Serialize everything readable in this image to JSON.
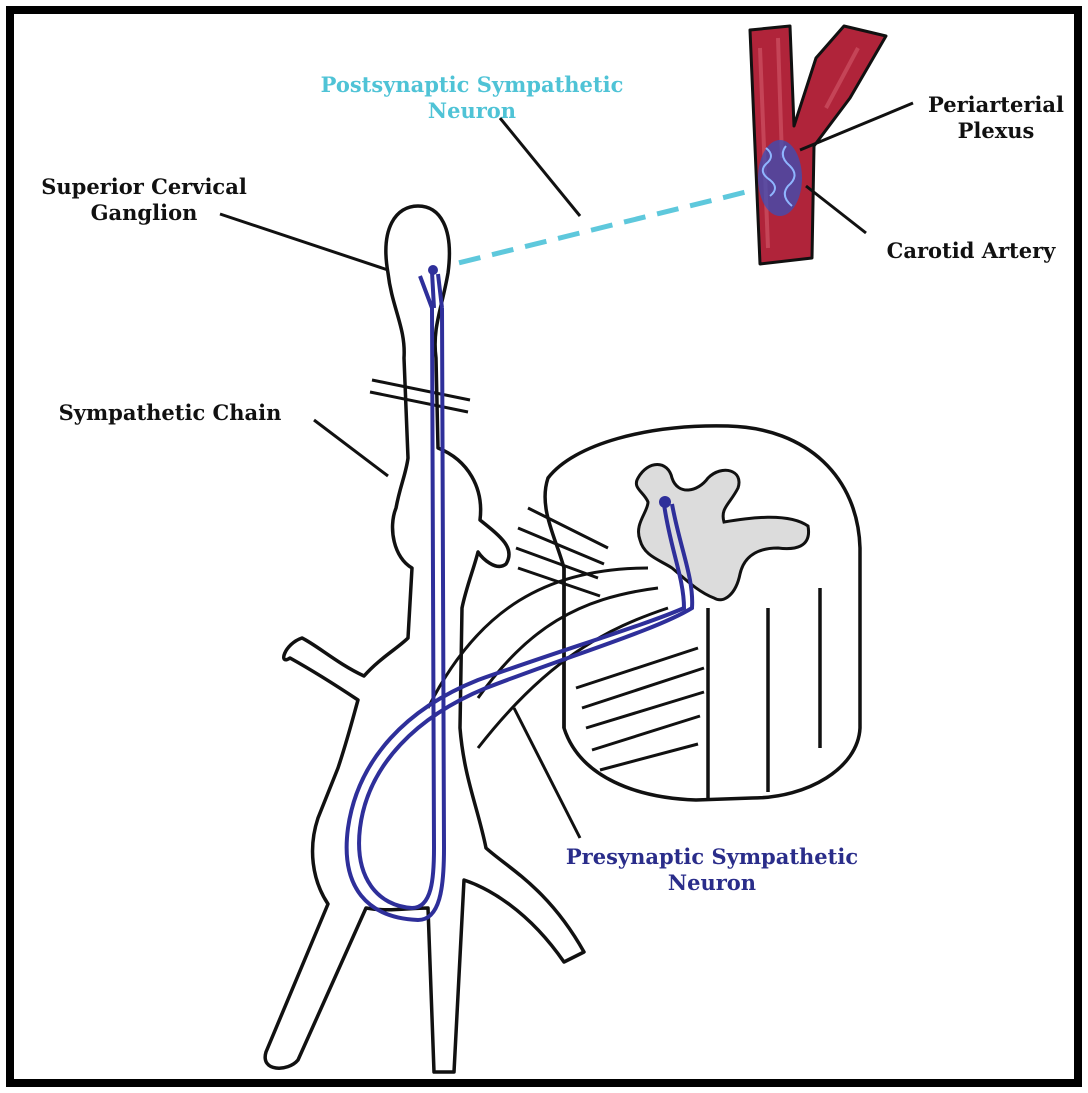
{
  "colors": {
    "outline": "#111111",
    "postsynaptic_neuron": "#5ec8dc",
    "presynaptic_neuron": "#2e2f9a",
    "artery_fill": "#b0243a",
    "plexus": "#3a4fb8",
    "gray_matter": "#dcdcdc",
    "frame": "#000000"
  },
  "labels": {
    "postsynaptic": [
      "Postsynaptic Sympathetic",
      "Neuron"
    ],
    "periarterial": [
      "Periarterial",
      "Plexus"
    ],
    "superior_cervical": [
      "Superior Cervical",
      "Ganglion"
    ],
    "carotid": "Carotid Artery",
    "sympathetic_chain": "Sympathetic Chain",
    "presynaptic": [
      "Presynaptic Sympathetic",
      "Neuron"
    ]
  }
}
